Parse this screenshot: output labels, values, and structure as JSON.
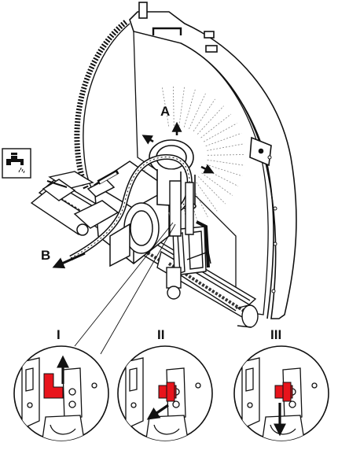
{
  "labels": {
    "A": "A",
    "B": "B",
    "I": "I",
    "II": "II",
    "III": "III"
  },
  "icons": [
    "water-tap-icon"
  ],
  "colors": {
    "line": "#111111",
    "accent": "#e8141c",
    "hatch": "#888888",
    "paper": "#ffffff"
  }
}
